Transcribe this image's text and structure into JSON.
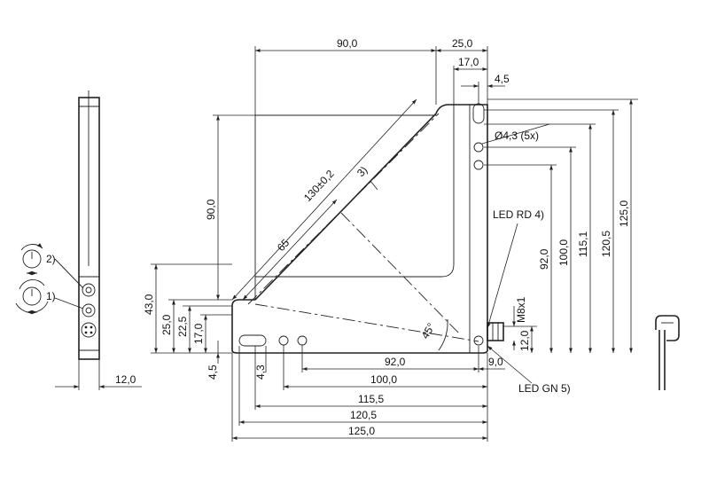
{
  "front_view": {
    "width": "12,0",
    "callout_1": "1)",
    "callout_2": "2)"
  },
  "top_dims": {
    "width_90": "90,0",
    "width_25": "25,0",
    "width_17": "17,0",
    "width_4_5": "4,5"
  },
  "hole_label": "Ø4,3 (5x)",
  "diagonal": {
    "length": "130±0,2",
    "inner": "65",
    "note": "3)"
  },
  "left_dims": {
    "h90": "90,0",
    "h43": "43,0",
    "h25": "25,0",
    "h22_5": "22,5",
    "h17": "17,0",
    "h4_5": "4,5",
    "h4_3": "4,3"
  },
  "right_dims": {
    "h125": "125,0",
    "h120_5": "120,5",
    "h115_1": "115,1",
    "h100": "100,0",
    "h92": "92,0",
    "h12": "12,0",
    "thread": "M8x1"
  },
  "bottom_dims": {
    "w92": "92,0",
    "w100": "100,0",
    "w115_5": "115,5",
    "w120_5": "120,5",
    "w125": "125,0",
    "w9": "9,0"
  },
  "angle": "45°",
  "leds": {
    "rd": "LED RD 4)",
    "gn": "LED GN 5)"
  }
}
